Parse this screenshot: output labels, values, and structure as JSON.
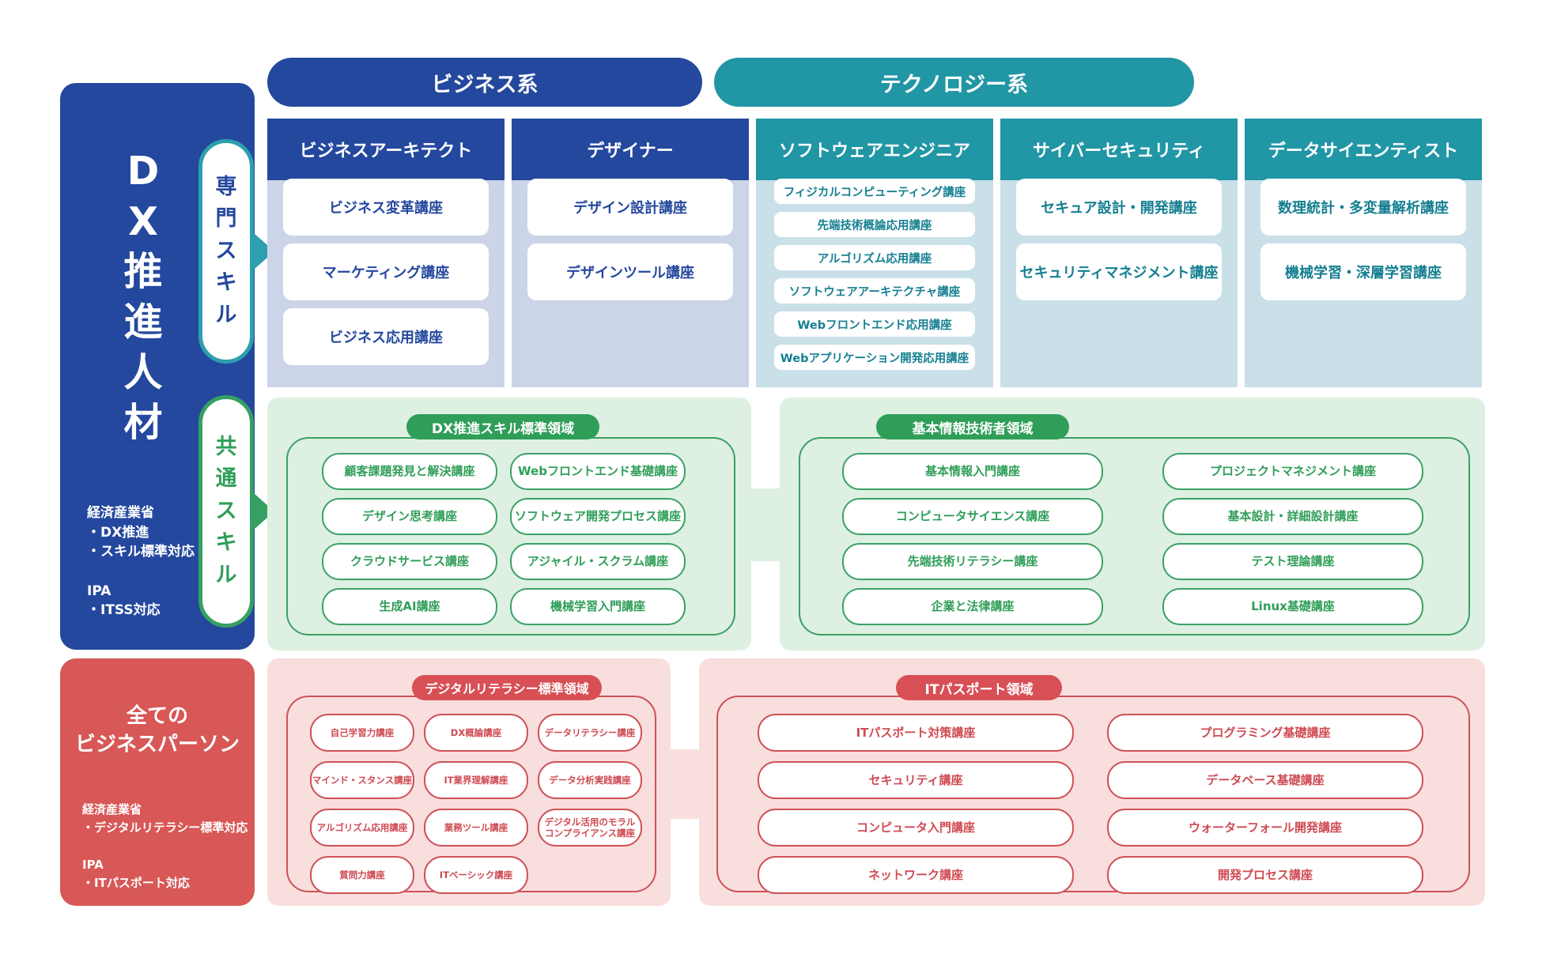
{
  "palette": {
    "blue": "#24489e",
    "teal": "#2196a5",
    "blue_column_body": "#ccd4e8",
    "teal_column_body": "#c9e0e8",
    "green": "#2f9e58",
    "green_band_bg": "#def0e2",
    "red": "#d84f55",
    "red_band_bg": "#f8dfde",
    "sidebar_red": "#d75856"
  },
  "header": {
    "business_label": "ビジネス系",
    "technology_label": "テクノロジー系"
  },
  "sidebar_dx": {
    "title": "D\nX\n推\n進\n人\n材",
    "specialized_skill_label": "専\n門\nス\nキ\nル",
    "common_skill_label": "共\n通\nス\nキ\nル",
    "notes": "経済産業省\n・DX推進\n・スキル標準対応\n\nIPA\n・ITSS対応"
  },
  "sidebar_all": {
    "title": "全ての\nビジネスパーソン",
    "notes": "経済産業省\n・デジタルリテラシー標準対応\n\nIPA\n・ITパスポート対応"
  },
  "columns": [
    {
      "title": "ビジネスアーキテクト",
      "courses": [
        "ビジネス変革講座",
        "マーケティング講座",
        "ビジネス応用講座"
      ]
    },
    {
      "title": "デザイナー",
      "courses": [
        "デザイン設計講座",
        "デザインツール講座"
      ]
    },
    {
      "title": "ソフトウェアエンジニア",
      "courses": [
        "フィジカルコンピューティング講座",
        "先端技術概論応用講座",
        "アルゴリズム応用講座",
        "ソフトウェアアーキテクチャ講座",
        "Webフロントエンド応用講座",
        "Webアプリケーション開発応用講座"
      ]
    },
    {
      "title": "サイバーセキュリティ",
      "courses": [
        "セキュア設計・開発講座",
        "セキュリティマネジメント講座"
      ]
    },
    {
      "title": "データサイエンティスト",
      "courses": [
        "数理統計・多変量解析講座",
        "機械学習・深層学習講座"
      ]
    }
  ],
  "green_band": {
    "left": {
      "label": "DX推進スキル標準領域",
      "courses": [
        "顧客課題発見と解決講座",
        "Webフロントエンド基礎講座",
        "デザイン思考講座",
        "ソフトウェア開発プロセス講座",
        "クラウドサービス講座",
        "アジャイル・スクラム講座",
        "生成AI講座",
        "機械学習入門講座"
      ]
    },
    "right": {
      "label": "基本情報技術者領域",
      "courses": [
        "基本情報入門講座",
        "プロジェクトマネジメント講座",
        "コンピュータサイエンス講座",
        "基本設計・詳細設計講座",
        "先端技術リテラシー講座",
        "テスト理論講座",
        "企業と法律講座",
        "Linux基礎講座"
      ]
    }
  },
  "red_band": {
    "left": {
      "label": "デジタルリテラシー標準領域",
      "courses": [
        "自己学習力講座",
        "DX概論講座",
        "データリテラシー講座",
        "マインド・スタンス講座",
        "IT業界理解講座",
        "データ分析実践講座",
        "アルゴリズム応用講座",
        "業務ツール講座",
        "デジタル活用のモラル\nコンプライアンス講座",
        "質問力講座",
        "ITベーシック講座"
      ]
    },
    "right": {
      "label": "ITパスポート領域",
      "courses": [
        "ITパスポート対策講座",
        "プログラミング基礎講座",
        "セキュリティ講座",
        "データベース基礎講座",
        "コンピュータ入門講座",
        "ウォーターフォール開発講座",
        "ネットワーク講座",
        "開発プロセス講座"
      ]
    }
  }
}
